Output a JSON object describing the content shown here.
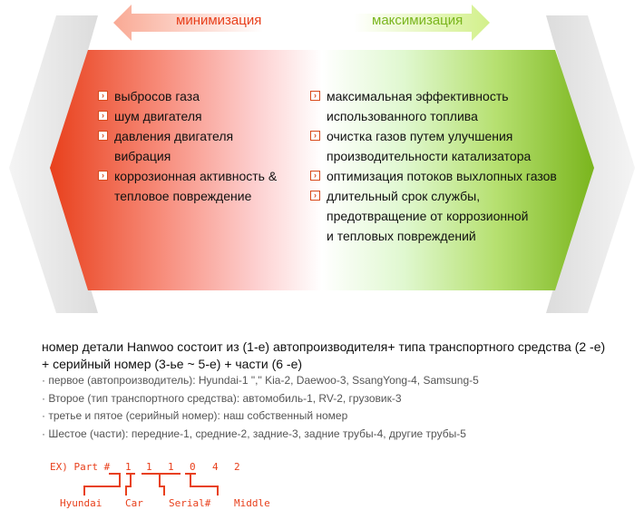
{
  "arrows": {
    "minimize": "минимизация",
    "maximize": "максимизация"
  },
  "colors": {
    "red": "#e8401c",
    "green": "#7ab51d",
    "bullet": "#d84a1b"
  },
  "minimize_items": [
    {
      "lines": [
        "выбросов газа"
      ]
    },
    {
      "lines": [
        "шум двигателя"
      ]
    },
    {
      "lines": [
        "давления двигателя",
        "вибрация"
      ]
    },
    {
      "lines": [
        "коррозионная активность &",
        "тепловое повреждение"
      ]
    }
  ],
  "maximize_items": [
    {
      "lines": [
        "максимальная эффективность",
        "использованного топлива"
      ]
    },
    {
      "lines": [
        "очистка газов путем улучшения",
        "производительности катализатора"
      ]
    },
    {
      "lines": [
        "оптимизация потоков выхлопных газов"
      ]
    },
    {
      "lines": [
        "длительный срок службы,",
        "предотвращение от коррозионной",
        "и тепловых повреждений"
      ]
    }
  ],
  "description": {
    "line1": "номер детали Hanwoo состоит из  (1-е) автопроизводителя+ типа транспортного средства (2 -е)",
    "line2": "+ серийный номер (3-ье ~ 5-е) + части (6 -е)"
  },
  "notes": [
    "первое (автопроизводитель): Hyundai-1 \",\" Kia-2, Daewoo-3, SsangYong-4, Samsung-5",
    "Второе (тип транспортного средства): автомобиль-1, RV-2, грузовик-3",
    "третье и пятое (серийный номер): наш собственный номер",
    "Шестое (части): передние-1, средние-2, задние-3, задние трубы-4, другие трубы-5"
  ],
  "example": {
    "prefix": "EX) Part #",
    "digits": [
      "1",
      "1",
      "1",
      "0",
      "4",
      "2"
    ],
    "labels": [
      "Hyundai",
      "Car",
      "Serial#",
      "Middle"
    ]
  }
}
